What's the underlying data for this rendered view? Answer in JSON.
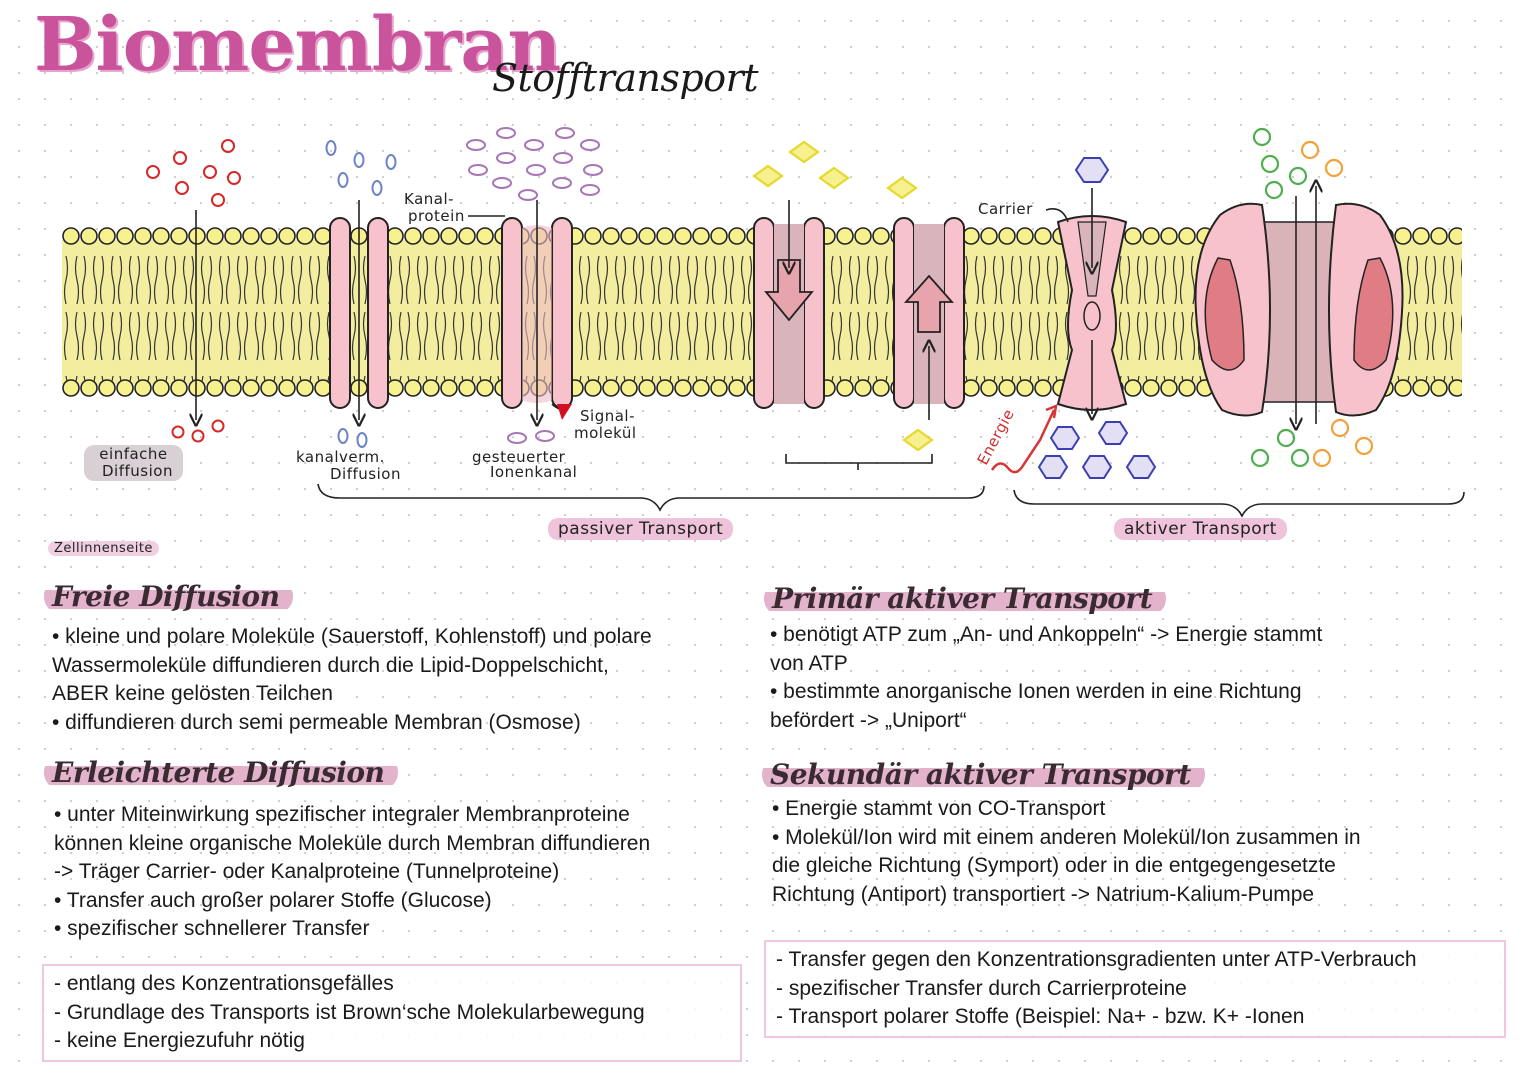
{
  "title": "Biomembran",
  "subtitle": "Stofftransport",
  "diagram": {
    "labels": {
      "kanalprotein": [
        "Kanal-",
        "protein"
      ],
      "carrier": "Carrier",
      "signalmolekuel": [
        "Signal-",
        "molekül"
      ],
      "energie": "Energie"
    },
    "captions": {
      "einfache": [
        "einfache",
        "Diffusion"
      ],
      "kanalverm": [
        "kanalverm.",
        "Diffusion"
      ],
      "gesteuerter": [
        "gesteuerter",
        "Ionenkanal"
      ]
    },
    "groups": {
      "passiv": "passiver Transport",
      "aktiv": "aktiver Transport"
    },
    "side_label": "Zellinnenseite",
    "colors": {
      "lipid_head": "#f7f08f",
      "lipid_band": "#f3eda0",
      "protein": "#f7c2cc",
      "protein_dark": "#e7858b",
      "red_molecule": "#d42a2a",
      "blue_molecule": "#6f84c6",
      "purple_molecule": "#a776b7",
      "yellow_molecule": "#f3e63c",
      "navy_molecule": "#3b3fb3",
      "green_molecule": "#4fae4f",
      "orange_molecule": "#f2a13a",
      "accent_pink": "#c9549c"
    }
  },
  "sections": {
    "freie": {
      "heading": "Freie Diffusion",
      "lines": [
        "• kleine und polare Moleküle (Sauerstoff, Kohlenstoff) und polare",
        "Wassermoleküle diffundieren durch die Lipid-Doppelschicht,",
        "ABER keine gelösten Teilchen",
        "• diffundieren durch semi permeable Membran (Osmose)"
      ]
    },
    "erleichterte": {
      "heading": "Erleichterte Diffusion",
      "lines": [
        "• unter Miteinwirkung spezifischer integraler Membranproteine",
        "können kleine organische Moleküle durch Membran diffundieren",
        "-> Träger Carrier- oder Kanalproteine (Tunnelproteine)",
        "• Transfer auch großer polarer Stoffe (Glucose)",
        "• spezifischer schnellerer Transfer"
      ]
    },
    "primaer": {
      "heading": "Primär aktiver Transport",
      "lines": [
        "• benötigt ATP zum „An- und Ankoppeln“ -> Energie stammt",
        "von ATP",
        "• bestimmte anorganische Ionen werden in eine Richtung",
        "befördert -> „Uniport“"
      ]
    },
    "sekundaer": {
      "heading": "Sekundär aktiver Transport",
      "lines": [
        "• Energie stammt von CO-Transport",
        "• Molekül/Ion wird mit einem anderen Molekül/Ion zusammen in",
        "die gleiche Richtung (Symport) oder in die entgegengesetzte",
        "Richtung (Antiport) transportiert -> Natrium-Kalium-Pumpe"
      ]
    }
  },
  "summary_passive": [
    "- entlang des Konzentrationsgefälles",
    "- Grundlage des Transports ist Brown‘sche  Molekularbewegung",
    "- keine Energiezufuhr nötig"
  ],
  "summary_active": [
    "- Transfer gegen den Konzentrationsgradienten unter ATP-Verbrauch",
    "- spezifischer Transfer durch Carrierproteine",
    "- Transport polarer Stoffe (Beispiel: Na+ - bzw. K+ -Ionen"
  ]
}
